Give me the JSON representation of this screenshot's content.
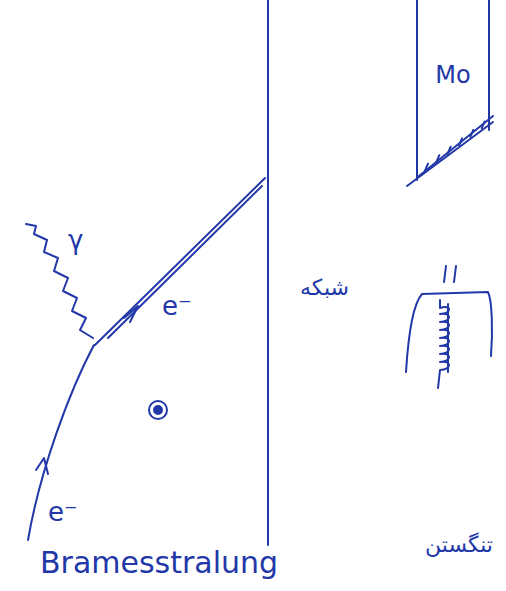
{
  "diagram": {
    "nodes": [
      {
        "text": [
          "Mo"
        ]
      }
    ],
    "labels": [
      "γ",
      "e⁻",
      "e⁻",
      "شبکه",
      "تنگستن",
      "Bramesstralung"
    ]
  }
}
